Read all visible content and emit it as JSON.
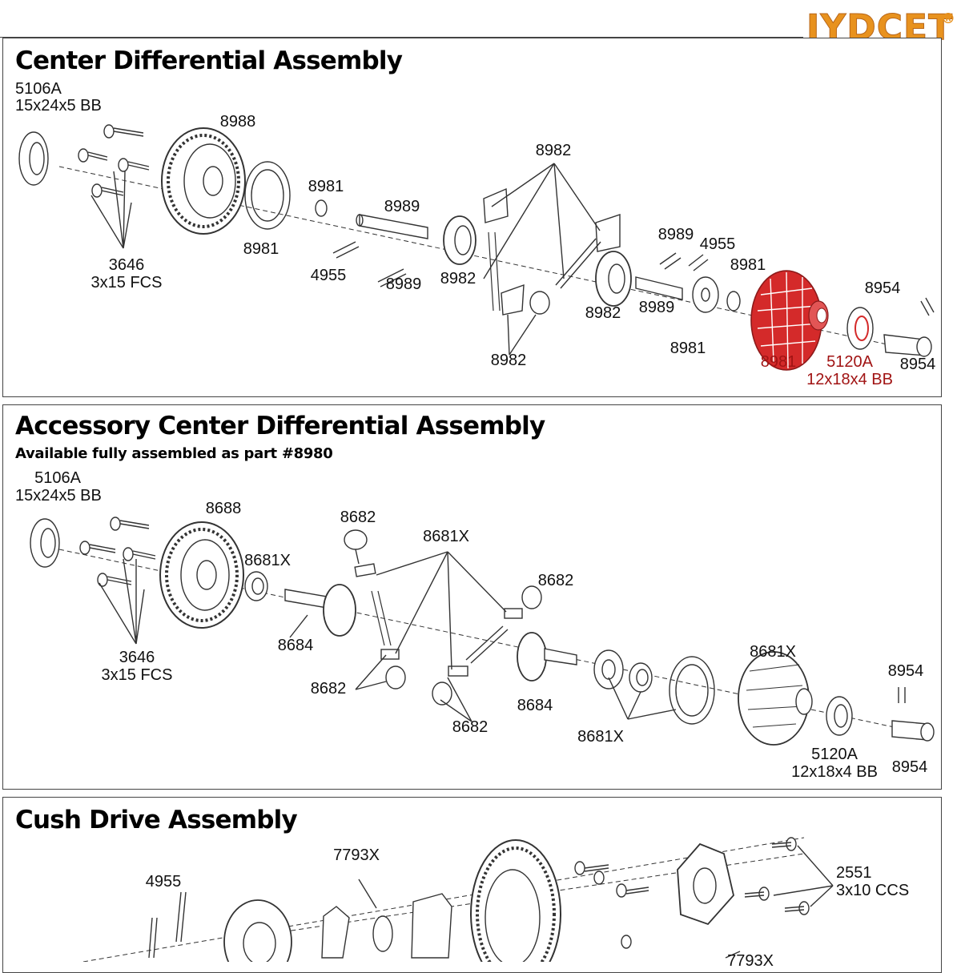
{
  "brand": {
    "logo_text": "JYDCET",
    "registered_mark": "®"
  },
  "center_diff": {
    "title": "Center Differential Assembly",
    "labels": {
      "bb_5106a": "5106A",
      "bb_5106a_desc": "15x24x5 BB",
      "gear_8988": "8988",
      "screw_3646": "3646",
      "screw_3646_desc": "3x15 FCS",
      "gasket_8981a": "8981",
      "gasket_8981b": "8981",
      "shaft_8989a": "8989",
      "pin_4955a": "4955",
      "shaft_8989b": "8989",
      "gear_8982a": "8982",
      "gear_8982b": "8982",
      "gear_8982c": "8982",
      "gear_8982d": "8982",
      "shaft_8989c": "8989",
      "pin_4955b": "4955",
      "shaft_8989d": "8989",
      "washer_8981c": "8981",
      "washer_8981d": "8981",
      "housing_8981": "8981",
      "bb_5120a": "5120A",
      "bb_5120a_desc": "12x18x4 BB",
      "pin_8954": "8954",
      "coupler_8954": "8954"
    }
  },
  "accessory_diff": {
    "title": "Accessory Center Differential Assembly",
    "subtitle": "Available fully assembled as part #8980",
    "labels": {
      "bb_5106a": "5106A",
      "bb_5106a_desc": "15x24x5 BB",
      "gear_8688": "8688",
      "screw_3646": "3646",
      "screw_3646_desc": "3x15 FCS",
      "seal_8681x": "8681X",
      "gear_8682a": "8682",
      "block_8681x": "8681X",
      "gear_8682b": "8682",
      "shaft_8684a": "8684",
      "gear_8682c": "8682",
      "gear_8682d": "8682",
      "shaft_8684b": "8684",
      "washer_8681x": "8681X",
      "housing_8681x": "8681X",
      "bb_5120a": "5120A",
      "bb_5120a_desc": "12x18x4 BB",
      "pin_8954": "8954",
      "coupler_8954": "8954"
    }
  },
  "cush_drive": {
    "title": "Cush Drive Assembly",
    "labels": {
      "pin_4955": "4955",
      "cush_7793x": "7793X",
      "screw_2551": "2551",
      "screw_2551_desc": "3x10 CCS",
      "cush_7793x_b": "7793X"
    }
  },
  "colors": {
    "highlight_red": "#d42a2a",
    "label_red": "#a11414",
    "logo_orange": "#e8921e",
    "line": "#333333"
  }
}
